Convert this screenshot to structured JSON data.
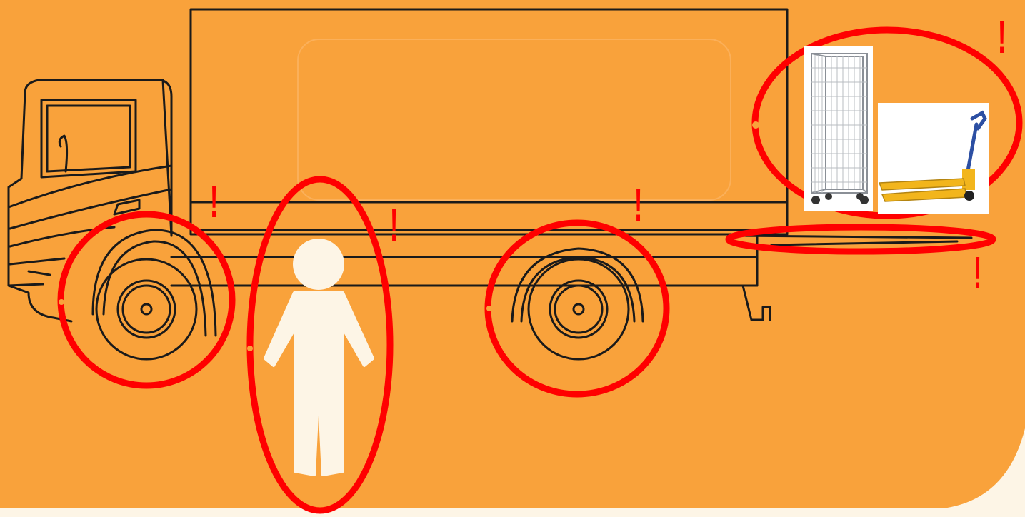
{
  "diagram": {
    "background_color": "#f9a23b",
    "outline_color": "#1a1a1a",
    "highlight_color": "#ff0000",
    "person_color": "#fdf5e6"
  },
  "hazards": [
    {
      "id": "front-wheel",
      "marker": "!"
    },
    {
      "id": "pedestrian",
      "marker": "!"
    },
    {
      "id": "rear-wheel",
      "marker": "!"
    },
    {
      "id": "roll-cage-and-pallet-jack",
      "marker": "!"
    },
    {
      "id": "tail-lift",
      "marker": "!"
    }
  ],
  "icons": {
    "truck": "box-truck-icon",
    "person": "pedestrian-icon",
    "roll_cage": "roll-cage-icon",
    "pallet_jack": "pallet-jack-icon"
  }
}
